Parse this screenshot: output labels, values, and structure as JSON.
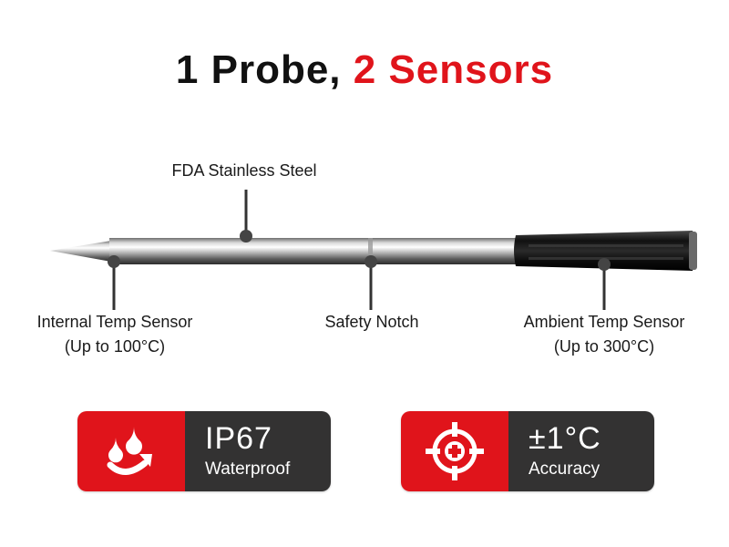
{
  "title": {
    "part1": "1 Probe, ",
    "part2": "2 Sensors"
  },
  "labels": {
    "material": "FDA Stainless Steel",
    "internal": "Internal Temp Sensor",
    "internal_range": "(Up to 100°C)",
    "notch": "Safety Notch",
    "ambient": "Ambient Temp Sensor",
    "ambient_range": "(Up to 300°C)"
  },
  "cards": [
    {
      "value": "IP67",
      "caption": "Waterproof",
      "icon": "water-drop-icon"
    },
    {
      "value": "±1°C",
      "caption": "Accuracy",
      "icon": "crosshair-target-icon"
    }
  ],
  "colors": {
    "accent": "#e0141b",
    "card_dark": "#333232",
    "text": "#111111"
  }
}
